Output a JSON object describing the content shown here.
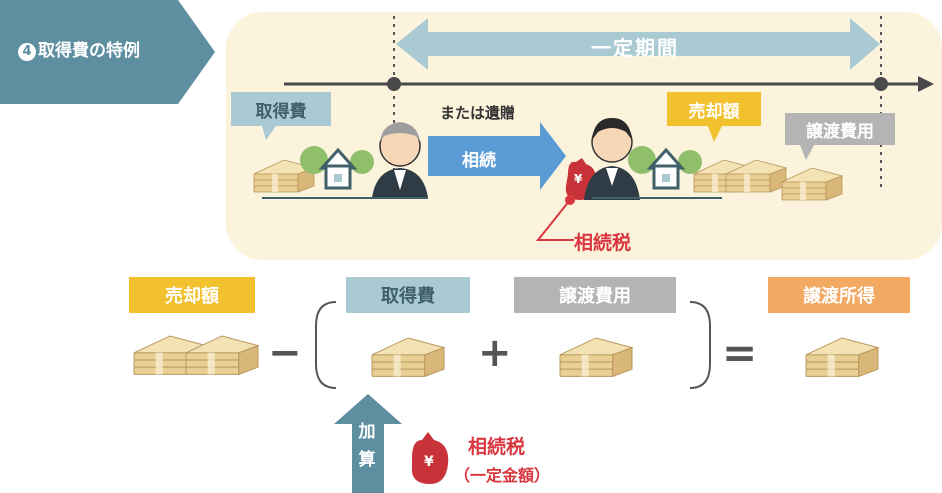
{
  "header": {
    "number": "4",
    "title": "取得費の特例"
  },
  "timeline": {
    "period_label": "一定期間",
    "acquisition_cost_label": "取得費",
    "or_bequest_label": "または遺贈",
    "inheritance_label": "相続",
    "sale_price_label": "売却額",
    "transfer_cost_label": "譲渡費用",
    "inheritance_tax_label": "相続税",
    "yen_symbol": "¥"
  },
  "formula": {
    "sale_price_label": "売却額",
    "minus": "−",
    "acquisition_cost_label": "取得費",
    "plus": "+",
    "transfer_cost_label": "譲渡費用",
    "equals": "=",
    "transfer_income_label": "譲渡所得",
    "addition_label_1": "加",
    "addition_label_2": "算",
    "inheritance_tax_label": "相続税",
    "fixed_amount_label": "（一定金額）",
    "yen_symbol": "¥"
  },
  "colors": {
    "tab": "#5e8fa0",
    "panel": "#fcf3dc",
    "label_blue": "#a9cad3",
    "label_yellow": "#f2c12e",
    "label_gray": "#b4b4b4",
    "label_orange": "#f2a961",
    "arrow_blue": "#5b9bd5",
    "period_arrow": "#a9cad3",
    "tax_red": "#d9373f",
    "money_tan": "#d9b779"
  }
}
